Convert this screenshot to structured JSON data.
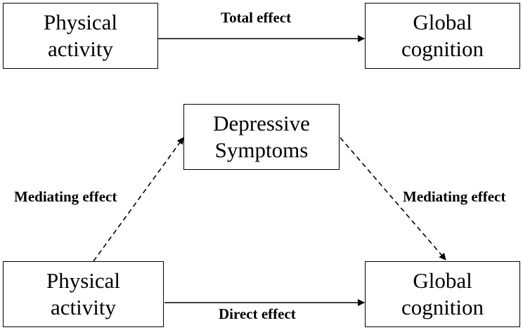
{
  "total_model": {
    "source": {
      "line1": "Physical",
      "line2": "activity"
    },
    "target": {
      "line1": "Global",
      "line2": "cognition"
    },
    "edge_label": "Total effect"
  },
  "mediation_model": {
    "source": {
      "line1": "Physical",
      "line2": "activity"
    },
    "mediator": {
      "line1": "Depressive",
      "line2": "Symptoms"
    },
    "target": {
      "line1": "Global",
      "line2": "cognition"
    },
    "left_edge_label": "Mediating effect",
    "right_edge_label": "Mediating effect",
    "direct_edge_label": "Direct effect"
  },
  "colors": {
    "stroke": "#000000",
    "background": "#ffffff"
  }
}
